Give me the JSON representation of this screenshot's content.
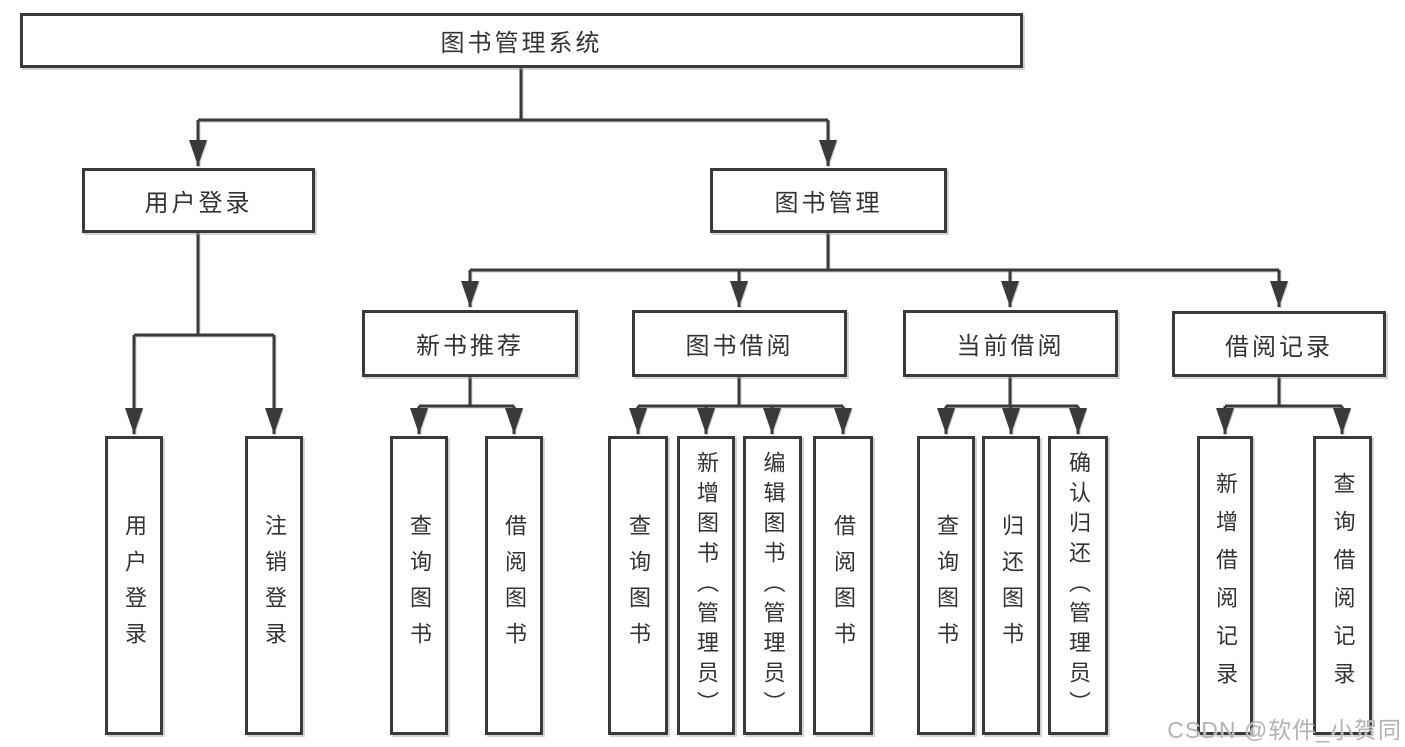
{
  "diagram": {
    "watermark": "CSDN @软件_小贺同学",
    "colors": {
      "line": "#3a3a3a",
      "text": "#333333",
      "watermark": "#b3b3b3",
      "background": "#ffffff",
      "node_fill": "#ffffff"
    }
  },
  "nodes": {
    "root": {
      "label": "图书管理系统"
    },
    "user_login": {
      "label": "用户登录"
    },
    "book_mgmt": {
      "label": "图书管理"
    },
    "new_book_rec": {
      "label": "新书推荐"
    },
    "book_borrow": {
      "label": "图书借阅"
    },
    "current_borrow": {
      "label": "当前借阅"
    },
    "borrow_record": {
      "label": "借阅记录"
    },
    "leaf_user_login": {
      "label": "用户登录"
    },
    "leaf_logout": {
      "label": "注销登录"
    },
    "rec_query_book": {
      "label": "查询图书"
    },
    "rec_borrow_book": {
      "label": "借阅图书"
    },
    "bb_query_book": {
      "label": "查询图书"
    },
    "bb_add_book": {
      "label": "新增图书（管理员）"
    },
    "bb_edit_book": {
      "label": "编辑图书（管理员）"
    },
    "bb_borrow_book": {
      "label": "借阅图书"
    },
    "cb_query_book": {
      "label": "查询图书"
    },
    "cb_return_book": {
      "label": "归还图书"
    },
    "cb_confirm_return": {
      "label": "确认归还（管理员）"
    },
    "br_add_record": {
      "label": "新增借阅记录"
    },
    "br_query_record": {
      "label": "查询借阅记录"
    }
  }
}
